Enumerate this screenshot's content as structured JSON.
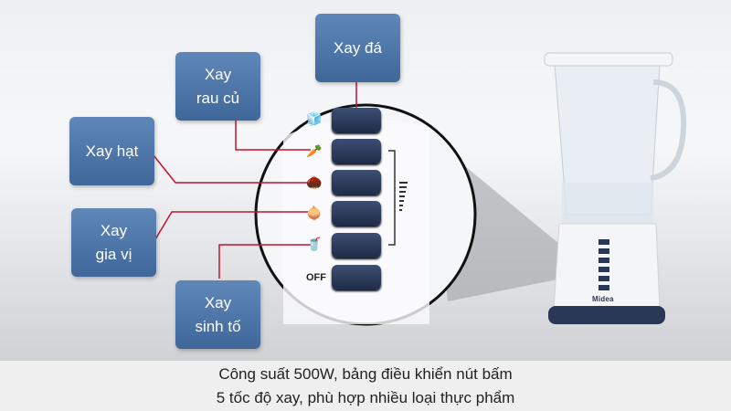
{
  "labels": {
    "ice": "Xay đá",
    "vegetables": "Xay rau củ",
    "nuts": "Xay hạt",
    "spices": "Xay gia vị",
    "smoothie": "Xay sinh tố"
  },
  "panel": {
    "off_label": "OFF",
    "brand": "Midea"
  },
  "caption": {
    "line1": "Công suất 500W, bảng điều khiển nút bấm",
    "line2": "5 tốc độ xay, phù hợp nhiều loại thực phẩm"
  },
  "colors": {
    "label_box": "#4f77a9",
    "leader_line": "#c8102e",
    "button": "#2a3857"
  }
}
